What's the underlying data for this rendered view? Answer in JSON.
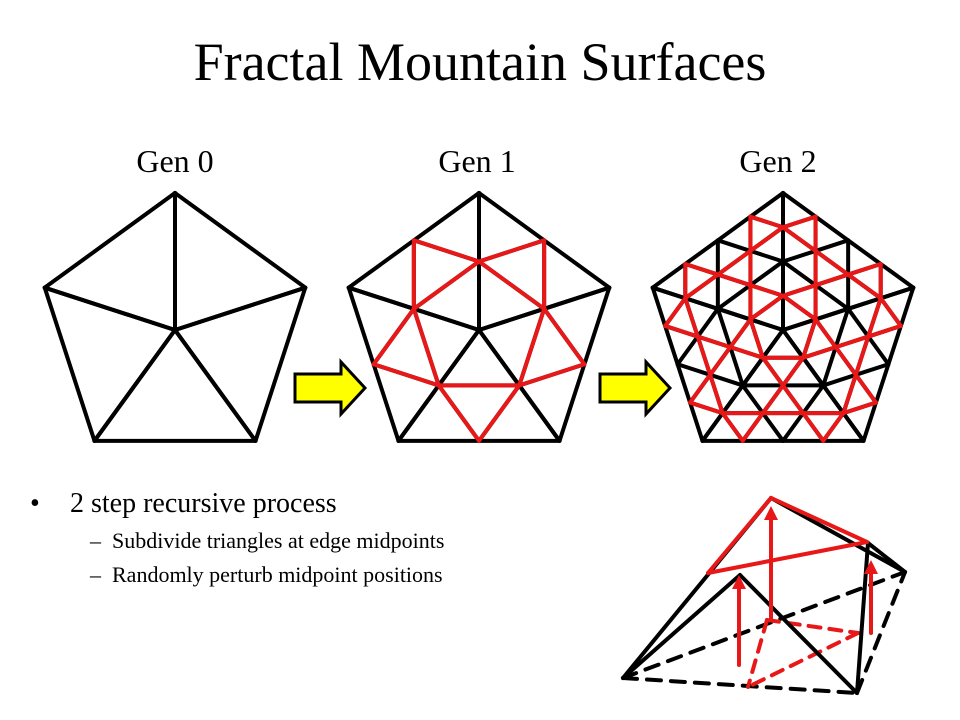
{
  "slide": {
    "title": "Fractal Mountain Surfaces",
    "generations": [
      "Gen 0",
      "Gen 1",
      "Gen 2"
    ],
    "bullet": {
      "marker": "•",
      "text": "2 step recursive process",
      "sub_marker": "–",
      "sub_items": [
        "Subdivide triangles at edge midpoints",
        "Randomly perturb midpoint positions"
      ]
    }
  },
  "colors": {
    "edge": "#000000",
    "subdivision": "#e81818",
    "arrow_fill": "#ffff00",
    "arrow_stroke": "#000000"
  }
}
